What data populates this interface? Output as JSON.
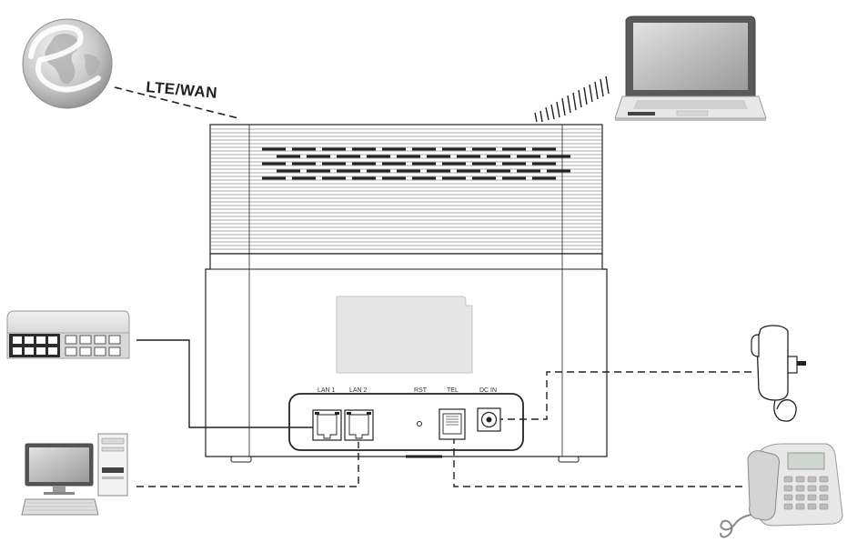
{
  "diagram": {
    "connection_label": "LTE/WAN",
    "ports": {
      "lan1": "LAN 1",
      "lan2": "LAN 2",
      "rst": "RST",
      "tel": "TEL",
      "dc_in": "DC IN"
    },
    "devices": [
      "globe",
      "laptop",
      "router",
      "network-switch",
      "desktop-computer",
      "power-adapter",
      "telephone"
    ],
    "colors": {
      "line": "#222222",
      "device_fill": "#ffffff",
      "grey_panel": "#e6e6e6"
    }
  }
}
